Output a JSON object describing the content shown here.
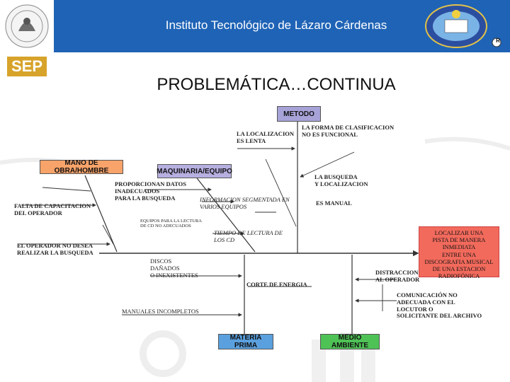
{
  "header": {
    "title": "Instituto Tecnológico de Lázaro Cárdenas",
    "sep_logo": "SEP",
    "reg_mark": "R"
  },
  "slide_title": "PROBLEMÁTICA…CONTINUA",
  "categories": {
    "metodo": "METODO",
    "mano_obra": "MANO DE OBRA/HOMBRE",
    "maquinaria": "MAQUINARIA/EQUIPO",
    "materia_prima": "MATERIA PRIMA",
    "medio_ambiente": "MEDIO AMBIENTE"
  },
  "effect": "LOCALIZAR UNA\nPISTA DE MANERA INMEDIATA\nENTRE UNA\nDISCOGRAFIA MUSICAL\nDE UNA ESTACION RADIOFÓNICA",
  "causes": {
    "metodo_1": "LA LOCALIZACION\nES LENTA",
    "metodo_2": "LA FORMA DE CLASIFICACION\nNO ES FUNCIONAL",
    "metodo_3": "LA BUSQUEDA\nY LOCALIZACION",
    "metodo_4": "ES MANUAL",
    "mano_1": "FALTA DE CAPACITACION\nDEL OPERADOR",
    "mano_2": "EL OPERADOR NO DESEA\nREALIZAR LA BUSQUEDA",
    "maq_1": "PROPORCIONAN DATOS\nINADECUADOS\nPARA LA BUSQUEDA",
    "maq_2": "INFORMACION SEGMENTADA EN\nVARIOS EQUIPOS",
    "maq_3": "EQUIPOS PARA LA LECTURA\nDE CD NO ADECUADOS",
    "maq_4": "TIEMPO DE LECTURA DE\nLOS CD",
    "mat_1": "DISCOS\nDAÑADOS\nO INEXISTENTES",
    "mat_2": "MANUALES INCOMPLETOS",
    "amb_1": "CORTE DE ENERGIA",
    "amb_2": "DISTRACCION\nAL OPERADOR",
    "amb_3": "COMUNICACIÓN NO\nADECUADA CON EL\nLOCUTOR O\nSOLICITANTE DEL ARCHIVO"
  },
  "colors": {
    "header": "#1f63b6",
    "metodo_box": "#a7a3d8",
    "mano_box": "#f7a36a",
    "maquinaria_box": "#b6b0e0",
    "materia_box": "#5aa0de",
    "ambiente_box": "#4fc256",
    "effect_box": "#f26a5c",
    "sep": "#d7a32a"
  }
}
